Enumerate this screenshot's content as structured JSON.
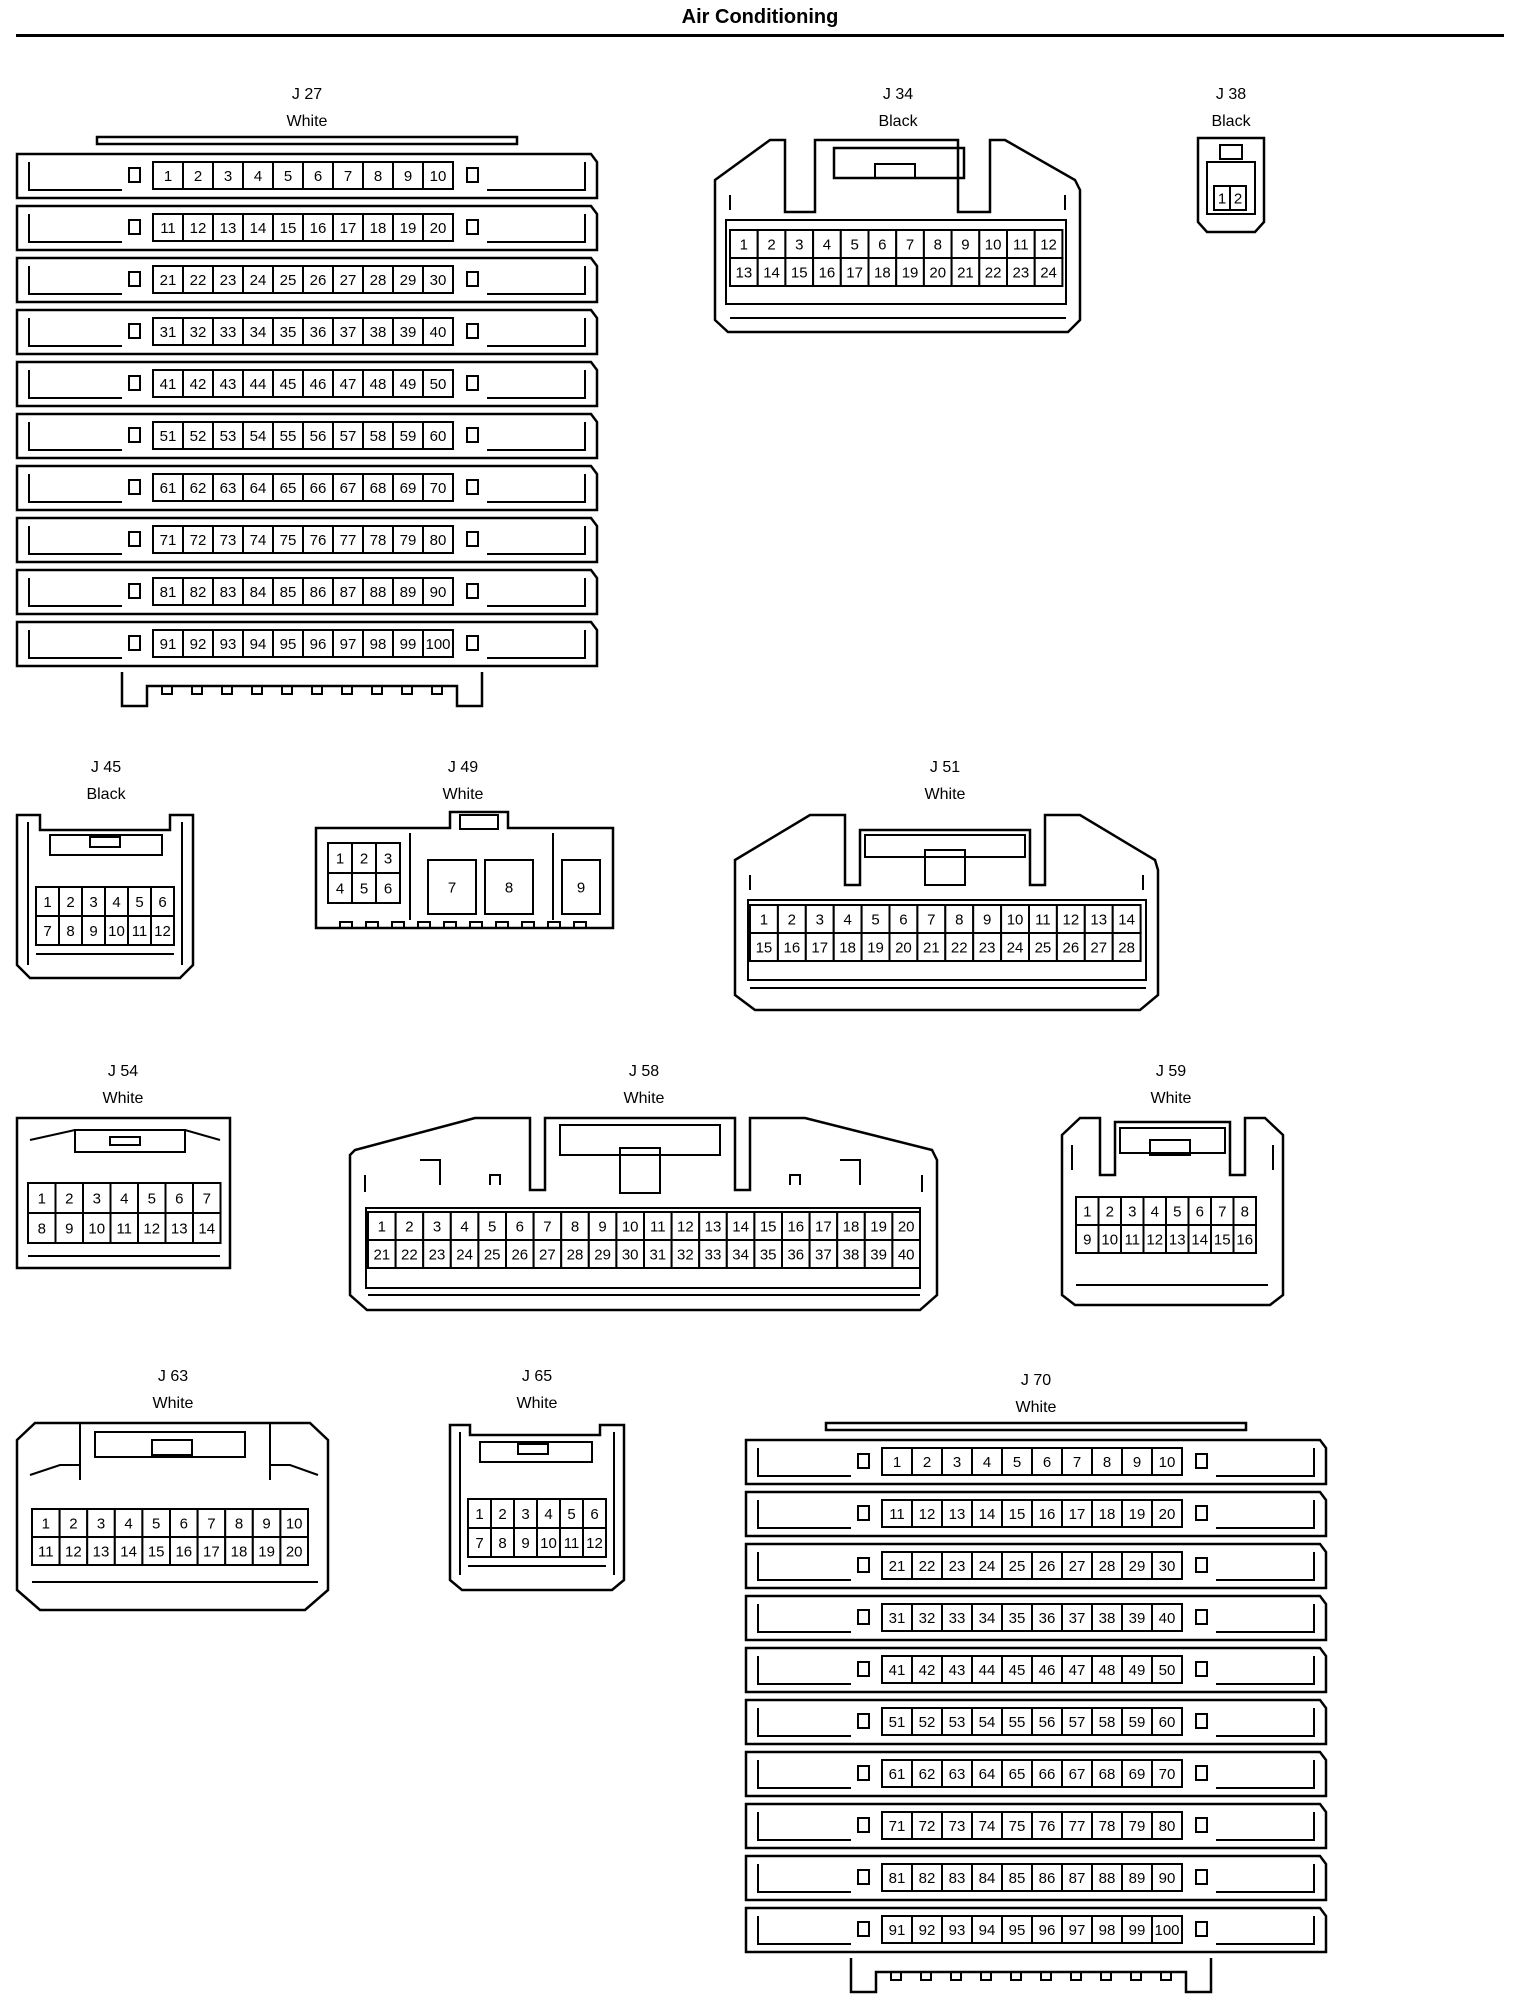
{
  "title": "Air Conditioning",
  "connectors": [
    {
      "id": "J 27",
      "color": "White",
      "pins": 100
    },
    {
      "id": "J 34",
      "color": "Black",
      "pins": 24
    },
    {
      "id": "J 38",
      "color": "Black",
      "pins": 2
    },
    {
      "id": "J 45",
      "color": "Black",
      "pins": 12
    },
    {
      "id": "J 49",
      "color": "White",
      "pins": 9
    },
    {
      "id": "J 51",
      "color": "White",
      "pins": 28
    },
    {
      "id": "J 54",
      "color": "White",
      "pins": 14
    },
    {
      "id": "J 58",
      "color": "White",
      "pins": 40
    },
    {
      "id": "J 59",
      "color": "White",
      "pins": 16
    },
    {
      "id": "J 63",
      "color": "White",
      "pins": 20
    },
    {
      "id": "J 65",
      "color": "White",
      "pins": 12
    },
    {
      "id": "J 70",
      "color": "White",
      "pins": 100
    }
  ]
}
